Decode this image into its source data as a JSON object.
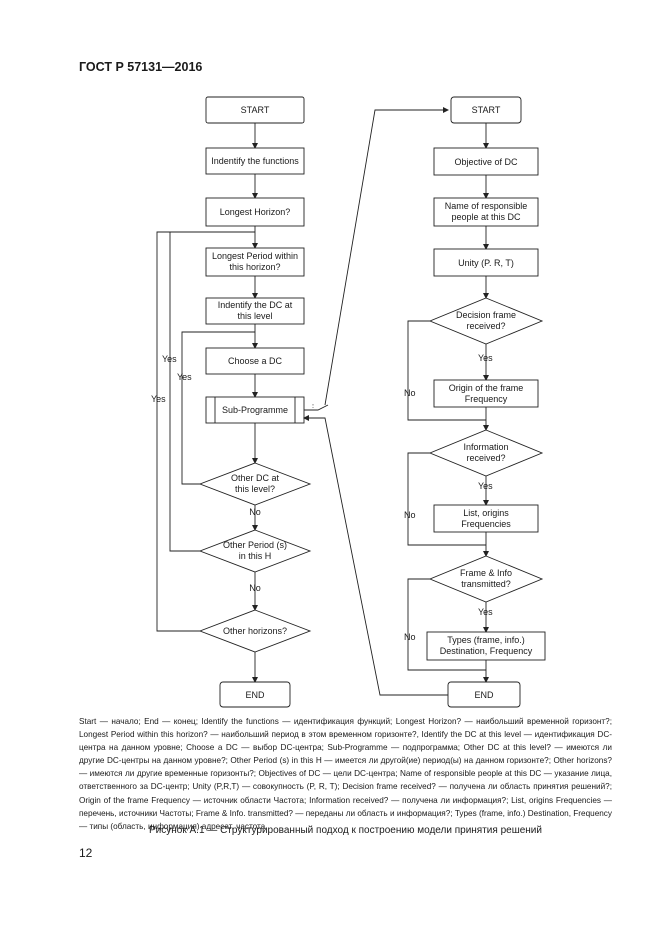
{
  "header": {
    "standard": "ГОСТ Р 57131—2016"
  },
  "left_flow": {
    "start": "START",
    "identify": "Indentify the functions",
    "longest_horizon": "Longest Horizon?",
    "longest_period_1": "Longest Period within",
    "longest_period_2": "this horizon?",
    "identify_dc_1": "Indentify the DC at",
    "identify_dc_2": "this level",
    "choose_dc": "Choose a DC",
    "sub_programme": "Sub-Programme",
    "other_dc_1": "Other DC at",
    "other_dc_2": "this level?",
    "other_period_1": "Other Period (s)",
    "other_period_2": "in this H",
    "other_horizons": "Other horizons?",
    "end": "END",
    "yes": "Yes",
    "no": "No"
  },
  "right_flow": {
    "start": "START",
    "objective": "Objective of DC",
    "name_responsible_1": "Name of responsible",
    "name_responsible_2": "people at this DC",
    "unity": "Unity (P. R, T)",
    "decision_frame_1": "Decision frame",
    "decision_frame_2": "received?",
    "origin_frame_1": "Origin of the frame",
    "origin_frame_2": "Frequency",
    "information_1": "Information",
    "information_2": "received?",
    "list_origins_1": "List, origins",
    "list_origins_2": "Frequencies",
    "frame_info_1": "Frame & Info",
    "frame_info_2": "transmitted?",
    "types_1": "Types (frame, info.)",
    "types_2": "Destination, Frequency",
    "end": "END",
    "yes": "Yes",
    "no": "No"
  },
  "legend_text": "Start — начало; End — конец; Identify the functions — идентификация функций; Longest Horizon? — наибольший временной горизонт?; Longest Period within this horizon? — наибольший период в этом временном горизонте?, Identify the DC at this level — идентификация DC-центра на данном уровне; Choose a DC — выбор DC-центра; Sub-Programme — подпрограмма; Other DC at this level? — имеются ли другие DC-центры на данном уровне?; Other Period (s) in this H — имеется ли другой(ие) период(ы) на данном горизонте?; Other horizons? — имеются ли другие временные горизонты?; Objectives of DC — цели DC-центра; Name of responsible people at this DC — указание лица, ответственного за DC-центр; Unity (P,R,T) — совокупность (P, R, T); Decision frame received? — получена ли область принятия решений?; Origin of the frame Frequency — источник области Частота; Information received? — получена ли информация?; List, origins Frequencies — перечень, источники Частоты; Frame & Info. transmitted? — переданы ли область и информация?; Types (frame, info.) Destination, Frequency — типы (область, информация) адресат, частота",
  "caption": "Рисунок А.1 — Структурированный подход к построению модели принятия решений",
  "page_number": "12"
}
